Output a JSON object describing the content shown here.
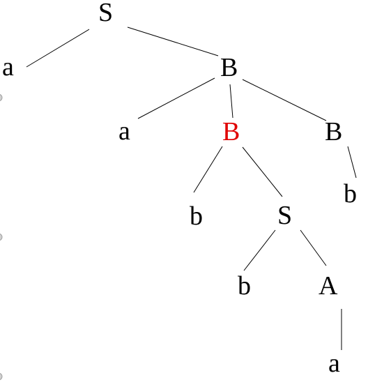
{
  "diagram": {
    "colors": {
      "default_label": "#000000",
      "highlight_label": "#e00000",
      "edge": "#000000"
    },
    "nodes": [
      {
        "id": "n-root-s",
        "label": "S",
        "highlight": false
      },
      {
        "id": "n-a1",
        "label": "a",
        "highlight": false
      },
      {
        "id": "n-b1",
        "label": "B",
        "highlight": false
      },
      {
        "id": "n-a2",
        "label": "a",
        "highlight": false
      },
      {
        "id": "n-b-red",
        "label": "B",
        "highlight": true
      },
      {
        "id": "n-b-right",
        "label": "B",
        "highlight": false
      },
      {
        "id": "n-b-leaf1",
        "label": "b",
        "highlight": false
      },
      {
        "id": "n-s2",
        "label": "S",
        "highlight": false
      },
      {
        "id": "n-b-leaf2",
        "label": "b",
        "highlight": false
      },
      {
        "id": "n-b-leaf3",
        "label": "b",
        "highlight": false
      },
      {
        "id": "n-a-upper",
        "label": "A",
        "highlight": false
      },
      {
        "id": "n-a-leaf",
        "label": "a",
        "highlight": false
      }
    ],
    "edges": [
      {
        "from": "n-root-s",
        "to": "n-a1"
      },
      {
        "from": "n-root-s",
        "to": "n-b1"
      },
      {
        "from": "n-b1",
        "to": "n-a2"
      },
      {
        "from": "n-b1",
        "to": "n-b-red"
      },
      {
        "from": "n-b1",
        "to": "n-b-right"
      },
      {
        "from": "n-b-red",
        "to": "n-b-leaf1"
      },
      {
        "from": "n-b-red",
        "to": "n-s2"
      },
      {
        "from": "n-b-right",
        "to": "n-b-leaf2"
      },
      {
        "from": "n-s2",
        "to": "n-b-leaf3"
      },
      {
        "from": "n-s2",
        "to": "n-a-upper"
      },
      {
        "from": "n-a-upper",
        "to": "n-a-leaf"
      }
    ]
  }
}
